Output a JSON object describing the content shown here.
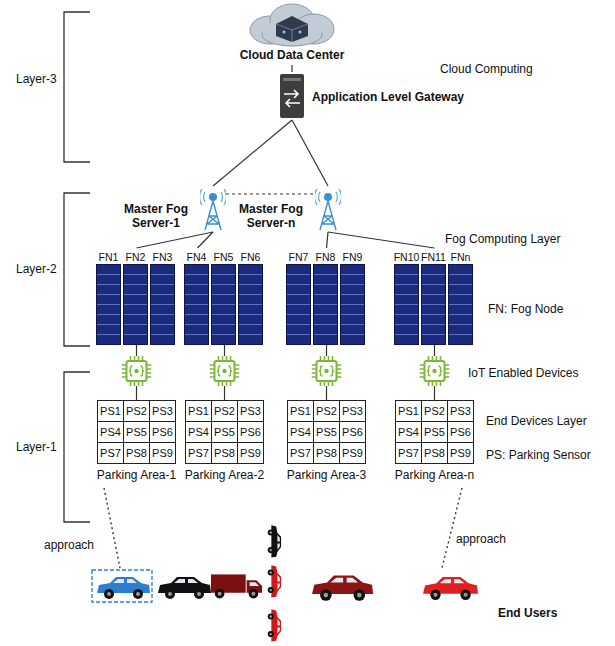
{
  "diagram": {
    "nodes": [
      {
        "text": [
          "Cloud Data Center"
        ]
      },
      {
        "text": [
          "Application Level Gateway"
        ]
      },
      {
        "text": [
          "Master Fog Server-1"
        ]
      },
      {
        "text": [
          "Master Fog Server-n"
        ]
      },
      {
        "text": [
          "FN1"
        ]
      },
      {
        "text": [
          "FN2"
        ]
      },
      {
        "text": [
          "FN3"
        ]
      },
      {
        "text": [
          "FN4"
        ]
      },
      {
        "text": [
          "FN5"
        ]
      },
      {
        "text": [
          "FN6"
        ]
      },
      {
        "text": [
          "FN7"
        ]
      },
      {
        "text": [
          "FN8"
        ]
      },
      {
        "text": [
          "FN9"
        ]
      },
      {
        "text": [
          "FN10"
        ]
      },
      {
        "text": [
          "FN11"
        ]
      },
      {
        "text": [
          "FNn"
        ]
      },
      {
        "text": [
          "Parking Area-1"
        ]
      },
      {
        "text": [
          "PS1"
        ],
        "in": 16
      },
      {
        "text": [
          "PS2"
        ],
        "in": 16
      },
      {
        "text": [
          "PS3"
        ],
        "in": 16
      },
      {
        "text": [
          "PS4"
        ],
        "in": 16
      },
      {
        "text": [
          "PS5"
        ],
        "in": 16
      },
      {
        "text": [
          "PS6"
        ],
        "in": 16
      },
      {
        "text": [
          "PS7"
        ],
        "in": 16
      },
      {
        "text": [
          "PS8"
        ],
        "in": 16
      },
      {
        "text": [
          "PS9"
        ],
        "in": 16
      },
      {
        "text": [
          "Parking Area-2"
        ]
      },
      {
        "text": [
          "PS1"
        ],
        "in": 26
      },
      {
        "text": [
          "PS2"
        ],
        "in": 26
      },
      {
        "text": [
          "PS3"
        ],
        "in": 26
      },
      {
        "text": [
          "PS4"
        ],
        "in": 26
      },
      {
        "text": [
          "PS5"
        ],
        "in": 26
      },
      {
        "text": [
          "PS6"
        ],
        "in": 26
      },
      {
        "text": [
          "PS7"
        ],
        "in": 26
      },
      {
        "text": [
          "PS8"
        ],
        "in": 26
      },
      {
        "text": [
          "PS9"
        ],
        "in": 26
      },
      {
        "text": [
          "Parking Area-3"
        ]
      },
      {
        "text": [
          "PS1"
        ],
        "in": 36
      },
      {
        "text": [
          "PS2"
        ],
        "in": 36
      },
      {
        "text": [
          "PS3"
        ],
        "in": 36
      },
      {
        "text": [
          "PS4"
        ],
        "in": 36
      },
      {
        "text": [
          "PS5"
        ],
        "in": 36
      },
      {
        "text": [
          "PS6"
        ],
        "in": 36
      },
      {
        "text": [
          "PS7"
        ],
        "in": 36
      },
      {
        "text": [
          "PS8"
        ],
        "in": 36
      },
      {
        "text": [
          "PS9"
        ],
        "in": 36
      },
      {
        "text": [
          "Parking Area-n"
        ]
      },
      {
        "text": [
          "PS1"
        ],
        "in": 46
      },
      {
        "text": [
          "PS2"
        ],
        "in": 46
      },
      {
        "text": [
          "PS3"
        ],
        "in": 46
      },
      {
        "text": [
          "PS4"
        ],
        "in": 46
      },
      {
        "text": [
          "PS5"
        ],
        "in": 46
      },
      {
        "text": [
          "PS6"
        ],
        "in": 46
      },
      {
        "text": [
          "PS7"
        ],
        "in": 46
      },
      {
        "text": [
          "PS8"
        ],
        "in": 46
      },
      {
        "text": [
          "PS9"
        ],
        "in": 46
      }
    ],
    "edges": [
      {
        "from": 0,
        "to": 1,
        "arrow": "none"
      },
      {
        "from": 1,
        "to": 2,
        "arrow": "none"
      },
      {
        "from": 1,
        "to": 3,
        "arrow": "none"
      },
      {
        "from": 2,
        "to": 3,
        "arrow": "none"
      },
      {
        "from": 2,
        "to": 5,
        "arrow": "none"
      },
      {
        "from": 2,
        "to": 7,
        "arrow": "none"
      },
      {
        "from": 3,
        "to": 11,
        "arrow": "none"
      },
      {
        "from": 3,
        "to": 14,
        "arrow": "none"
      }
    ],
    "labels": [
      "Layer-3",
      "Cloud Computing",
      "Layer-2",
      "Fog Computing Layer",
      "FN: Fog Node",
      "Layer-1",
      "IoT Enabled Devices",
      "End Devices Layer",
      "PS: Parking Sensor",
      "approach",
      "approach",
      "End Users"
    ]
  }
}
